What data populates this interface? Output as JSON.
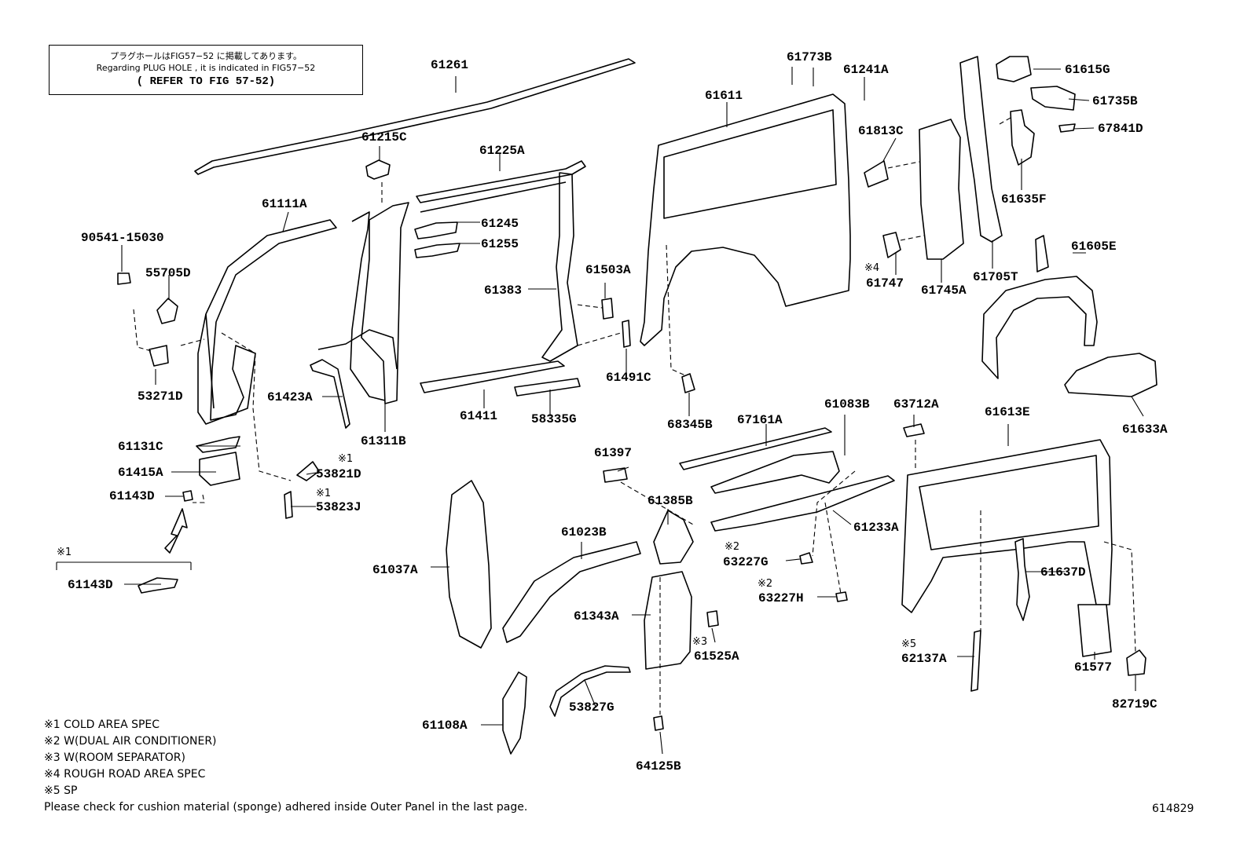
{
  "note_box": {
    "japanese": "プラグホールはFIG57−52 に掲載してあります。",
    "english": "Regarding PLUG HOLE , it is indicated in FIG57−52",
    "refer": "( REFER TO FIG 57-52)"
  },
  "parts": {
    "p61261": "61261",
    "p61215C": "61215C",
    "p61225A": "61225A",
    "p61111A": "61111A",
    "p90541": "90541-15030",
    "p55705D": "55705D",
    "p53271D": "53271D",
    "p61245": "61245",
    "p61255": "61255",
    "p61383": "61383",
    "p61503A": "61503A",
    "p61491C": "61491C",
    "p61423A": "61423A",
    "p61311B": "61311B",
    "p61411": "61411",
    "p58335G": "58335G",
    "p61131C": "61131C",
    "p61415A": "61415A",
    "p61143D_a": "61143D",
    "p53821D": "53821D",
    "p53823J": "53823J",
    "p61143D_b": "61143D",
    "p61611": "61611",
    "p61773B": "61773B",
    "p61241A": "61241A",
    "p61813C": "61813C",
    "p61747": "61747",
    "p61745A": "61745A",
    "p61705T": "61705T",
    "p61615G": "61615G",
    "p61735B": "61735B",
    "p67841D": "67841D",
    "p61635F": "61635F",
    "p61605E": "61605E",
    "p61633A": "61633A",
    "p68345B": "68345B",
    "p67161A": "67161A",
    "p61083B": "61083B",
    "p63712A": "63712A",
    "p61613E": "61613E",
    "p61397": "61397",
    "p61385B": "61385B",
    "p61233A": "61233A",
    "p63227G": "63227G",
    "p63227H": "63227H",
    "p61637D": "61637D",
    "p61037A": "61037A",
    "p61023B": "61023B",
    "p61343A": "61343A",
    "p61525A": "61525A",
    "p62137A": "62137A",
    "p61577": "61577",
    "p82719C": "82719C",
    "p53827G": "53827G",
    "p61108A": "61108A",
    "p64125B": "64125B"
  },
  "markers": {
    "m1a": "※1",
    "m1b": "※1",
    "m1c": "※1",
    "m2a": "※2",
    "m2b": "※2",
    "m3": "※3",
    "m4": "※4",
    "m5": "※5"
  },
  "footnotes": {
    "n1": "※1 COLD AREA SPEC",
    "n2": "※2 W(DUAL AIR CONDITIONER)",
    "n3": "※3 W(ROOM SEPARATOR)",
    "n4": "※4 ROUGH ROAD AREA SPEC",
    "n5": "※5 SP",
    "n6": "Please check for cushion material (sponge) adhered inside Outer Panel in the last page."
  },
  "figure_number": "614829"
}
